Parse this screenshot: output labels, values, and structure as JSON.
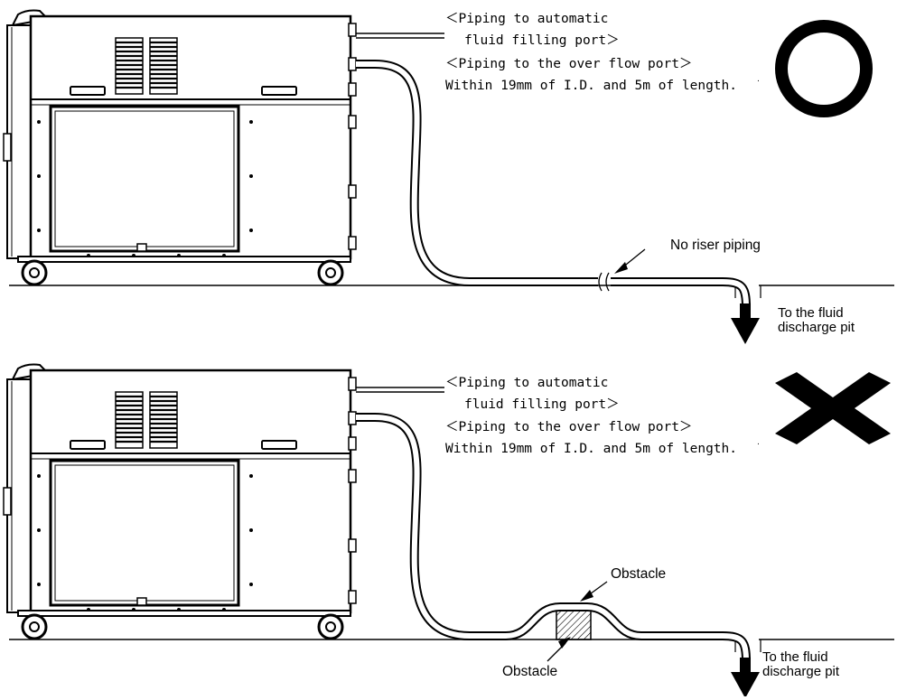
{
  "panels": [
    {
      "id": "correct",
      "verdict_icon": "circle-ok-icon",
      "notes": [
        "＜Piping to automatic",
        "fluid filling port＞",
        "＜Piping to the over flow port＞",
        "Within 19mm of I.D. and 5m of length."
      ],
      "callouts": [
        "No riser piping"
      ],
      "pit": [
        "To the fluid",
        "discharge pit"
      ],
      "mark": "."
    },
    {
      "id": "incorrect",
      "verdict_icon": "cross-ng-icon",
      "notes": [
        "＜Piping to automatic",
        "fluid filling port＞",
        "＜Piping to the over flow port＞",
        "Within 19mm of I.D. and 5m of length."
      ],
      "callouts": [
        "Obstacle",
        "Obstacle"
      ],
      "pit": [
        "To the fluid",
        "discharge pit"
      ],
      "mark": "."
    }
  ]
}
